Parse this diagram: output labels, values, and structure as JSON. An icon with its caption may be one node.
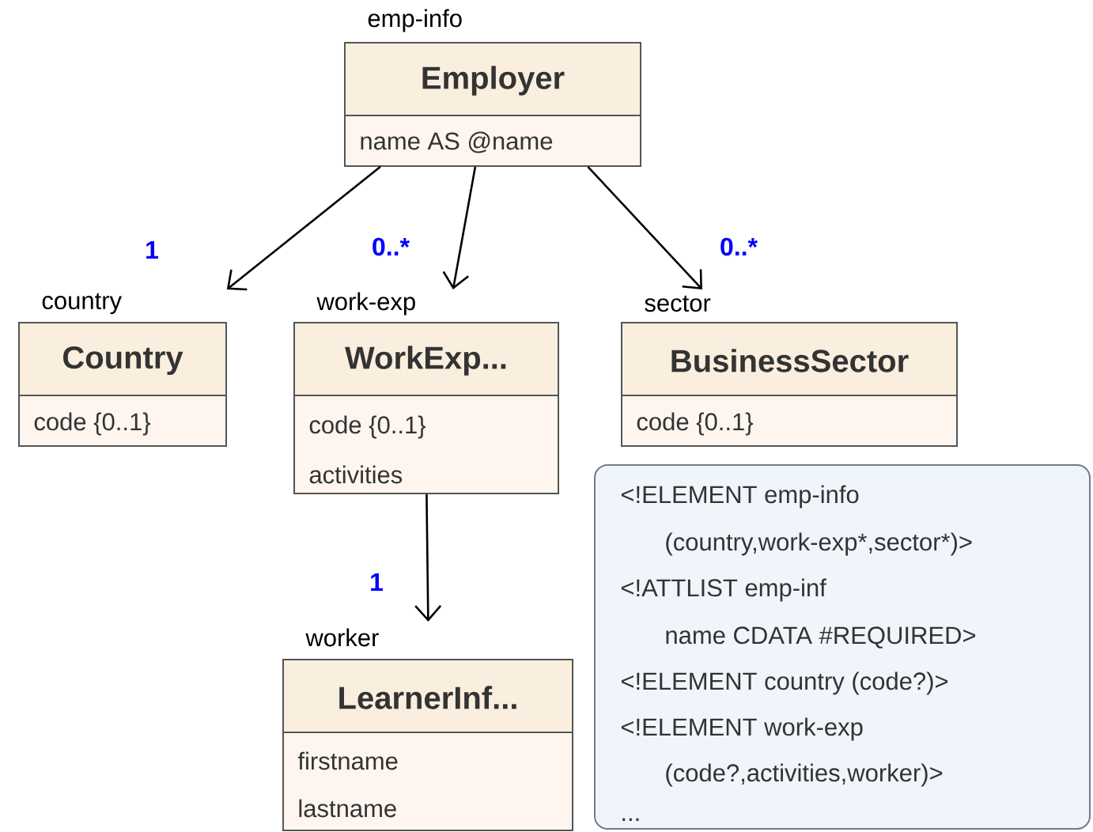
{
  "diagram": {
    "nodes": [
      {
        "text": [
          "emp-info",
          "Employer",
          "name AS @name"
        ]
      },
      {
        "text": [
          "country",
          "Country",
          "code {0..1}"
        ]
      },
      {
        "text": [
          "work-exp",
          "WorkExp...",
          "code {0..1}",
          "activities"
        ]
      },
      {
        "text": [
          "sector",
          "BusinessSector",
          "code {0..1}"
        ]
      },
      {
        "text": [
          "worker",
          "LearnerInf...",
          "firstname",
          "lastname"
        ]
      },
      {
        "text": [
          "<!ELEMENT emp-info",
          "(country,work-exp*,sector*)>",
          "<!ATTLIST  emp-inf",
          "name CDATA #REQUIRED>",
          "<!ELEMENT country (code?)>",
          "<!ELEMENT work-exp",
          "(code?,activities,worker)>",
          "..."
        ]
      }
    ],
    "edges": [
      {
        "from": 0,
        "to": 1,
        "arrow": "to",
        "label": "1"
      },
      {
        "from": 0,
        "to": 2,
        "arrow": "to",
        "label": "0..*"
      },
      {
        "from": 0,
        "to": 3,
        "arrow": "to",
        "label": "0..*"
      },
      {
        "from": 2,
        "to": 4,
        "arrow": "to",
        "label": "1"
      }
    ]
  }
}
